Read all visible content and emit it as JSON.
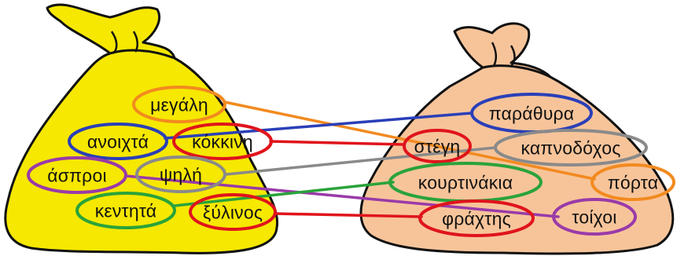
{
  "colors": {
    "left_bag": "#f6e800",
    "right_bag": "#f7c49a",
    "outline": "#111111",
    "orange": "#f28a1f",
    "blue": "#2a3fb8",
    "red": "#e0141b",
    "purple": "#9a3aa8",
    "gray": "#8a8a8a",
    "green": "#2aa33a"
  },
  "left_bag": {
    "icon": "sack-icon",
    "words": {
      "megali": "μεγάλη",
      "anoixta": "ανοιχτά",
      "kokkini": "κόκκινη",
      "aspri": "άσπροι",
      "psili": "ψηλή",
      "kentita": "κεντητά",
      "xylinos": "ξύλινος"
    }
  },
  "right_bag": {
    "icon": "sack-icon",
    "words": {
      "parathyra": "παράθυρα",
      "stegi": "στέγη",
      "kapnodochos": "καπνοδόχος",
      "porta": "πόρτα",
      "kourtinakia": "κουρτινάκια",
      "fraxtis": "φράχτης",
      "toixoi": "τοίχοι"
    }
  },
  "matches": [
    {
      "from": "μεγάλη",
      "to": "πόρτα",
      "color": "orange"
    },
    {
      "from": "ανοιχτά",
      "to": "παράθυρα",
      "color": "blue"
    },
    {
      "from": "κόκκινη",
      "to": "στέγη",
      "color": "red"
    },
    {
      "from": "άσπροι",
      "to": "τοίχοι",
      "color": "purple"
    },
    {
      "from": "ψηλή",
      "to": "καπνοδόχος",
      "color": "gray"
    },
    {
      "from": "κεντητά",
      "to": "κουρτινάκια",
      "color": "green"
    },
    {
      "from": "ξύλινος",
      "to": "φράχτης",
      "color": "red"
    }
  ]
}
